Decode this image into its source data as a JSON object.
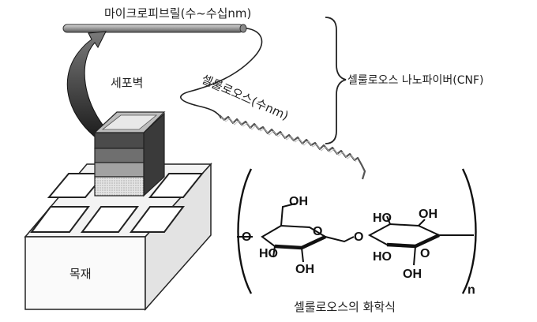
{
  "labels": {
    "microfibril": "마이크로피브릴(수~수십nm)",
    "cellulose_nanofiber": "셀룰로오스 나노파이버(CNF)",
    "cell_wall": "세포벽",
    "cellulose_strand": "셀룰로오스(수nm)",
    "wood": "목재",
    "chemical_formula": "셀룰로오스의 화학식",
    "subscript_n": "n"
  },
  "chemistry": {
    "oh_top_left": "OH",
    "oh_top_right_1": "HO",
    "oh_top_right_2": "OH",
    "ring_oxygen_left": "O",
    "bridge_oxygen": "O",
    "ring_oxygen_right": "O",
    "left_end_oxygen": "O",
    "ho_left": "HO",
    "ho_bottom_left": "HO",
    "oh_bottom_left": "OH",
    "oh_bottom_right": "OH"
  }
}
